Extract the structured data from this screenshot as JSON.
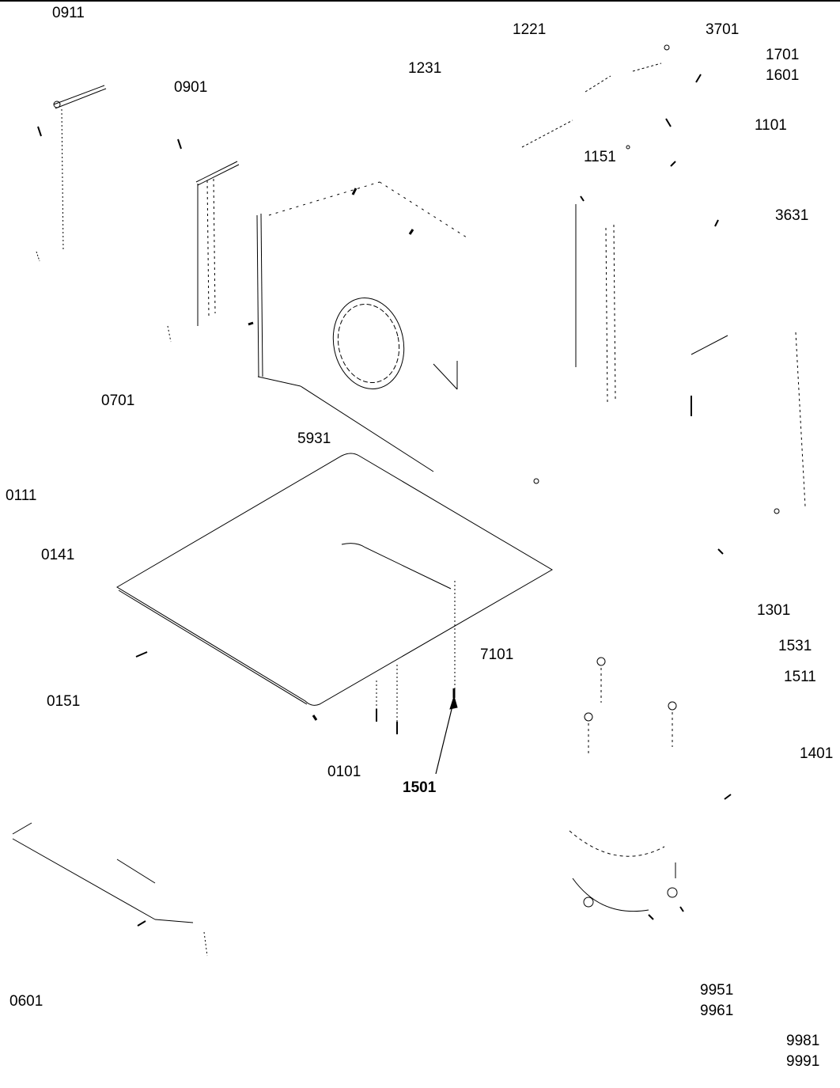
{
  "diagram": {
    "part_labels": [
      {
        "id": "0911",
        "text": "0911"
      },
      {
        "id": "1221",
        "text": "1221"
      },
      {
        "id": "3701",
        "text": "3701"
      },
      {
        "id": "1701",
        "text": "1701"
      },
      {
        "id": "1601",
        "text": "1601"
      },
      {
        "id": "1231",
        "text": "1231"
      },
      {
        "id": "0901",
        "text": "0901"
      },
      {
        "id": "1101",
        "text": "1101"
      },
      {
        "id": "1151",
        "text": "1151"
      },
      {
        "id": "3631",
        "text": "3631"
      },
      {
        "id": "0701",
        "text": "0701"
      },
      {
        "id": "5931",
        "text": "5931"
      },
      {
        "id": "0111",
        "text": "0111"
      },
      {
        "id": "0141",
        "text": "0141"
      },
      {
        "id": "1301",
        "text": "1301"
      },
      {
        "id": "1531",
        "text": "1531"
      },
      {
        "id": "7101",
        "text": "7101"
      },
      {
        "id": "1511",
        "text": "1511"
      },
      {
        "id": "0151",
        "text": "0151"
      },
      {
        "id": "1401",
        "text": "1401"
      },
      {
        "id": "0101",
        "text": "0101"
      },
      {
        "id": "1501",
        "text": "1501"
      },
      {
        "id": "0601",
        "text": "0601"
      },
      {
        "id": "9951",
        "text": "9951"
      },
      {
        "id": "9961",
        "text": "9961"
      },
      {
        "id": "9981",
        "text": "9981"
      },
      {
        "id": "9991",
        "text": "9991"
      }
    ]
  }
}
